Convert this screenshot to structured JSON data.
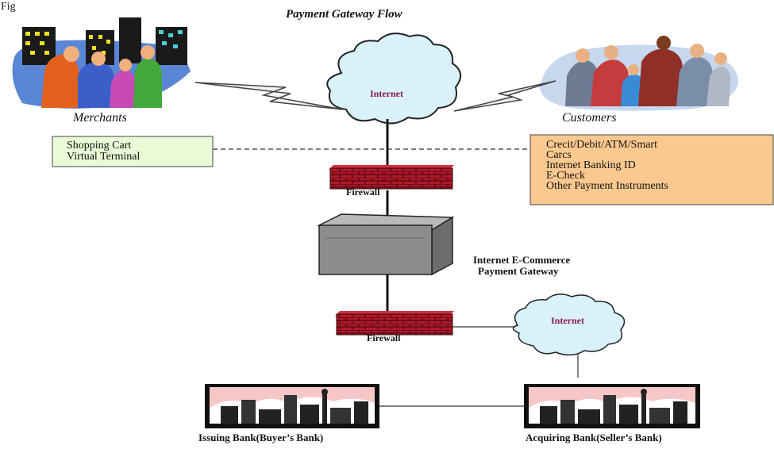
{
  "diagram": {
    "title": "Payment Gateway Flow",
    "fragment_text": "Fig",
    "merchants": {
      "label": "Merchants",
      "icon": "merchants-city-people-icon"
    },
    "customers": {
      "label": "Customers",
      "icon": "customers-crowd-icon"
    },
    "internet_top": {
      "label": "Internet"
    },
    "internet_bottom": {
      "label": "Internet"
    },
    "merchant_box": {
      "lines": [
        "Shopping Cart",
        "Virtual Terminal"
      ]
    },
    "customer_box": {
      "lines": [
        "Crecit/Debit/ATM/Smart",
        "Carcs",
        "Internet Banking ID",
        "E-Check",
        "Other Payment Instruments"
      ]
    },
    "firewall_top": {
      "label": "Firewall"
    },
    "firewall_bottom": {
      "label": "Firewall"
    },
    "gateway": {
      "lines": [
        "Internet E-Commerce",
        "Payment Gateway"
      ]
    },
    "issuing_bank": {
      "label": "Issuing Bank(Buyer’s Bank)"
    },
    "acquiring_bank": {
      "label": "Acquiring Bank(Seller’s Bank)"
    },
    "colors": {
      "cloud_fill": "#d8f1fa",
      "firewall_red": "#b3172b",
      "merchant_box": "#e9fbd6",
      "customer_box": "#fbc98f",
      "bank_sky": "#f6c7c7",
      "server_gray": "#8d8d8d"
    }
  }
}
